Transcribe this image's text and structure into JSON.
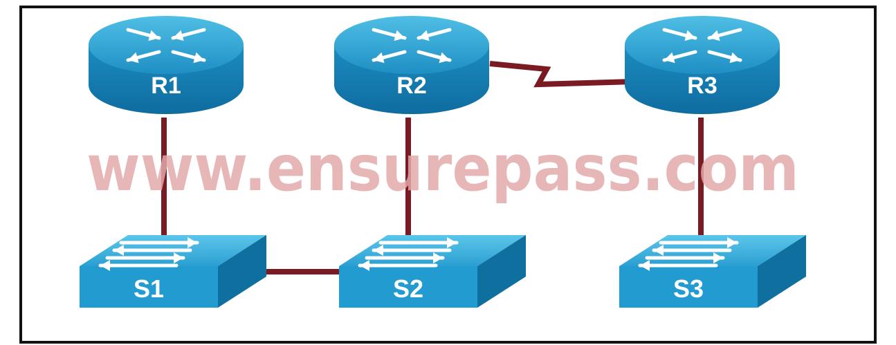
{
  "watermark": "www.ensurepass.com",
  "colors": {
    "link": "#7a1a22",
    "device_top": "#2ea0cf",
    "device_side": "#137db0",
    "device_dark": "#0d5f8c",
    "frame": "#111111"
  },
  "devices": [
    {
      "id": "R1",
      "type": "router",
      "label": "R1"
    },
    {
      "id": "R2",
      "type": "router",
      "label": "R2"
    },
    {
      "id": "R3",
      "type": "router",
      "label": "R3"
    },
    {
      "id": "S1",
      "type": "switch",
      "label": "S1"
    },
    {
      "id": "S2",
      "type": "switch",
      "label": "S2"
    },
    {
      "id": "S3",
      "type": "switch",
      "label": "S3"
    }
  ],
  "links": [
    {
      "from": "R1",
      "to": "S1",
      "kind": "ethernet"
    },
    {
      "from": "R2",
      "to": "S2",
      "kind": "ethernet"
    },
    {
      "from": "R3",
      "to": "S3",
      "kind": "ethernet"
    },
    {
      "from": "S1",
      "to": "S2",
      "kind": "ethernet"
    },
    {
      "from": "R2",
      "to": "R3",
      "kind": "serial"
    }
  ]
}
